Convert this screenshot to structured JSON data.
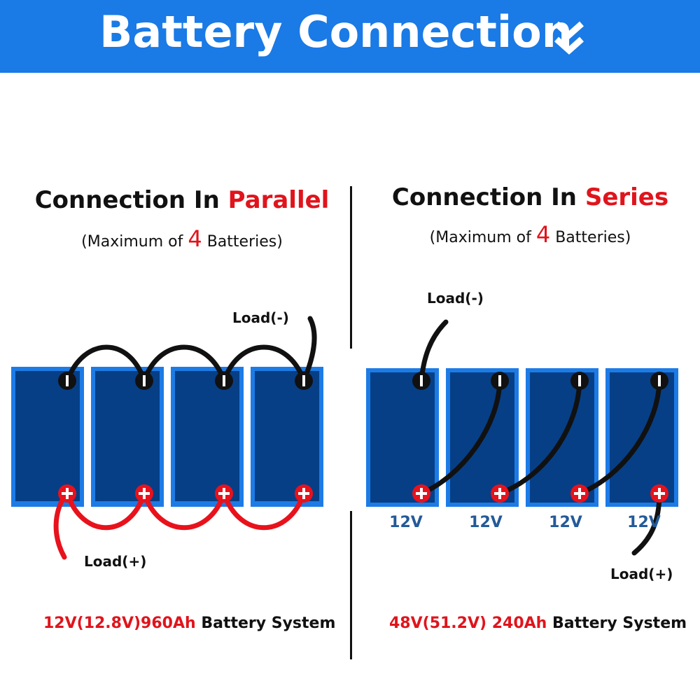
{
  "banner": {
    "title": "Battery Connection",
    "icon": "double-chevron-down-icon",
    "color": "#1a7ae6"
  },
  "parallel": {
    "heading_prefix": "Connection In ",
    "heading_highlight": "Parallel",
    "subtitle_open": "(Maximum of ",
    "subtitle_number": "4",
    "subtitle_close": " Batteries)",
    "load_neg": "Load(-)",
    "load_pos": "Load(+)",
    "system_spec": "12V(12.8V)960Ah",
    "system_label": " Battery System",
    "battery_count": 4
  },
  "series": {
    "heading_prefix": "Connection In ",
    "heading_highlight": "Series",
    "subtitle_open": "(Maximum of ",
    "subtitle_number": "4",
    "subtitle_close": " Batteries)",
    "load_neg": "Load(-)",
    "load_pos": "Load(+)",
    "voltages": [
      "12V",
      "12V",
      "12V",
      "12V"
    ],
    "system_spec": "48V(51.2V) 240Ah",
    "system_label": " Battery System",
    "battery_count": 4
  },
  "colors": {
    "highlight": "#e0141c",
    "battery_body": "#063f86",
    "battery_frame": "#1d7be6",
    "voltage_text": "#235a99",
    "negative_wire": "#111111",
    "positive_wire": "#e8121c"
  }
}
